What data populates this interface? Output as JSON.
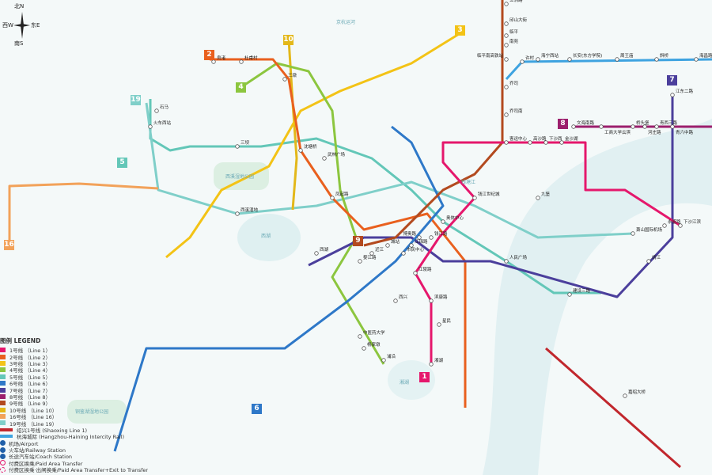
{
  "compass": {
    "north": "北N",
    "south": "南S",
    "east": "东E",
    "west": "西W"
  },
  "water_labels": [
    "西湖",
    "钱塘江",
    "湘湖",
    "西溪湿地公园",
    "铜鉴湖湿地公园",
    "京杭运河"
  ],
  "lines": [
    {
      "id": "1",
      "color": "#e5176c",
      "label": "1号线 （Line 1）"
    },
    {
      "id": "2",
      "color": "#e9601e",
      "label": "2号线 （Line 2）"
    },
    {
      "id": "3",
      "color": "#f3c316",
      "label": "3号线 （Line 3）"
    },
    {
      "id": "4",
      "color": "#8cc63f",
      "label": "4号线 （Line 4）"
    },
    {
      "id": "5",
      "color": "#63c7b8",
      "label": "5号线 （Line 5）"
    },
    {
      "id": "6",
      "color": "#2e78c8",
      "label": "6号线 （Line 6）"
    },
    {
      "id": "7",
      "color": "#4b3f9c",
      "label": "7号线 （Line 7）"
    },
    {
      "id": "8",
      "color": "#9c1f6d",
      "label": "8号线 （Line 8）"
    },
    {
      "id": "9",
      "color": "#b34a1f",
      "label": "9号线 （Line 9）"
    },
    {
      "id": "10",
      "color": "#e3b81a",
      "label": "10号线 （Line 10）"
    },
    {
      "id": "16",
      "color": "#f2a25a",
      "label": "16号线 （Line 16）"
    },
    {
      "id": "19",
      "color": "#7fcfc9",
      "label": "19号线 （Line 19）"
    }
  ],
  "legend": {
    "title": "图例 LEGEND",
    "shaoxing": {
      "color": "#c1272d",
      "label": "绍兴1号线 (Shaoxing Line 1)"
    },
    "haining": {
      "color": "#3ea3e0",
      "label": "杭海城际 (Hangzhou-Haining Intercity Rail)"
    },
    "airport": "机场/Airport",
    "railway": "火车站/Railway Station",
    "coach": "长途汽车站/Coach Station",
    "paid_transfer": "付费区换乘/Paid Area Transfer",
    "exit_transfer": "付费区换乘·出闸换乘/Paid Area Transfer+Exit to Transfer"
  },
  "stations": [
    "良渚",
    "杜甫村",
    "五洲路",
    "邱山大街",
    "临平",
    "南苑",
    "临平南高铁站",
    "乔司",
    "乔司南",
    "客运中心",
    "下沙西",
    "金沙湖",
    "高沙路",
    "文海南路",
    "工商大学云滨",
    "桥头堡",
    "河庄路",
    "青西三路",
    "青六中路",
    "江东二路",
    "海宁西站",
    "长安(东方学院)",
    "周王庙",
    "斜桥",
    "海昌路",
    "许村",
    "萧山国际机场",
    "永盛路",
    "靖江",
    "钱江世纪城",
    "奥体中心",
    "博奥路",
    "建设三路",
    "人民广场",
    "钱江路",
    "江锦路",
    "市民中心",
    "城站",
    "婺江路",
    "近江",
    "江陵路",
    "滨康路",
    "西兴",
    "星民",
    "湘湖",
    "浦沿",
    "杨家墩",
    "中医药大学",
    "西湖",
    "凤起路",
    "武林广场",
    "沈塘桥",
    "三墩",
    "西溪湿地",
    "火车西站",
    "石马",
    "九堡",
    "下沙江滨",
    "三坝",
    "嘉绍大桥"
  ]
}
